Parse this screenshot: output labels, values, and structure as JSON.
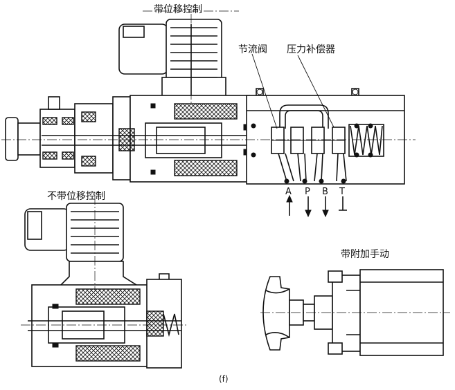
{
  "labels": {
    "with_position_control": "带位移控制",
    "throttle_valve": "节流阀",
    "pressure_compensator": "压力补偿器",
    "without_position_control": "不带位移控制",
    "with_manual_override": "带附加手动",
    "port_a": "A",
    "port_p": "P",
    "port_b": "B",
    "port_t": "T",
    "caption": "(f)"
  }
}
